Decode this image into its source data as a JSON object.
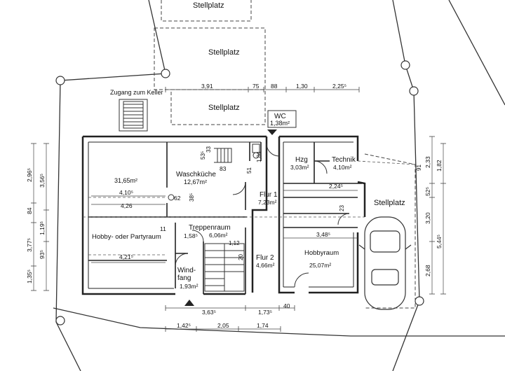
{
  "parking": {
    "top": "Stellplatz",
    "upper": "Stellplatz",
    "middle": "Stellplatz",
    "side": "Stellplatz"
  },
  "access": {
    "keller": "Zugang zum Keller"
  },
  "rooms": {
    "wc": {
      "name": "WC",
      "area": "1,38m²"
    },
    "hobby_large": {
      "name": "Hobby- oder Partyraum",
      "area_top": "31,65m²",
      "area_bottom": "4,21⁵"
    },
    "waschkueche": {
      "name": "Waschküche",
      "area": "12,67m²"
    },
    "hzg": {
      "name": "Hzg",
      "area": "3,03m²"
    },
    "technik": {
      "name": "Technik",
      "area": "4,10m²"
    },
    "flur1": {
      "name": "Flur 1",
      "area": "7,23m²"
    },
    "treppenraum": {
      "name": "Treppenraum",
      "area": "6,06m²"
    },
    "flur2": {
      "name": "Flur 2",
      "area": "4,66m²"
    },
    "hobbyraum": {
      "name": "Hobbyraum",
      "area": "25,07m²"
    },
    "windfang": {
      "name_1": "Wind-",
      "name_2": "fang",
      "area": "1,93m²"
    }
  },
  "dimensions": {
    "top_row": [
      "3,91",
      "75",
      "88",
      "1,30",
      "2,25⁵"
    ],
    "bottom_row1": [
      "3,63⁵",
      "1,73⁵",
      "40"
    ],
    "bottom_row2": [
      "1,42⁵",
      "2,05",
      "1,74"
    ],
    "left_outer": [
      "2,96⁵",
      "84",
      "3,77⁵",
      "1,35⁵"
    ],
    "left_inner": [
      "3,56⁵",
      "1,19⁵",
      "93⁵"
    ],
    "right_inner": [
      "2,33",
      "52⁵",
      "3,20",
      "2,68"
    ],
    "right_outer": [
      "1,82",
      "5,44⁵"
    ],
    "interior": {
      "hobby_w1": "4,10⁵",
      "hobby_w2": "4,26",
      "d62": "62",
      "d38": "38⁵",
      "d53": "53⁵",
      "d33": "33",
      "d83": "83",
      "d51": "51",
      "d184": "1,84",
      "d11": "11",
      "d158": "1,58⁵",
      "d112": "1,12",
      "d20": "20",
      "d91": "91",
      "d224": "2,24⁵",
      "d23": "23",
      "d348": "3,48⁵"
    }
  }
}
